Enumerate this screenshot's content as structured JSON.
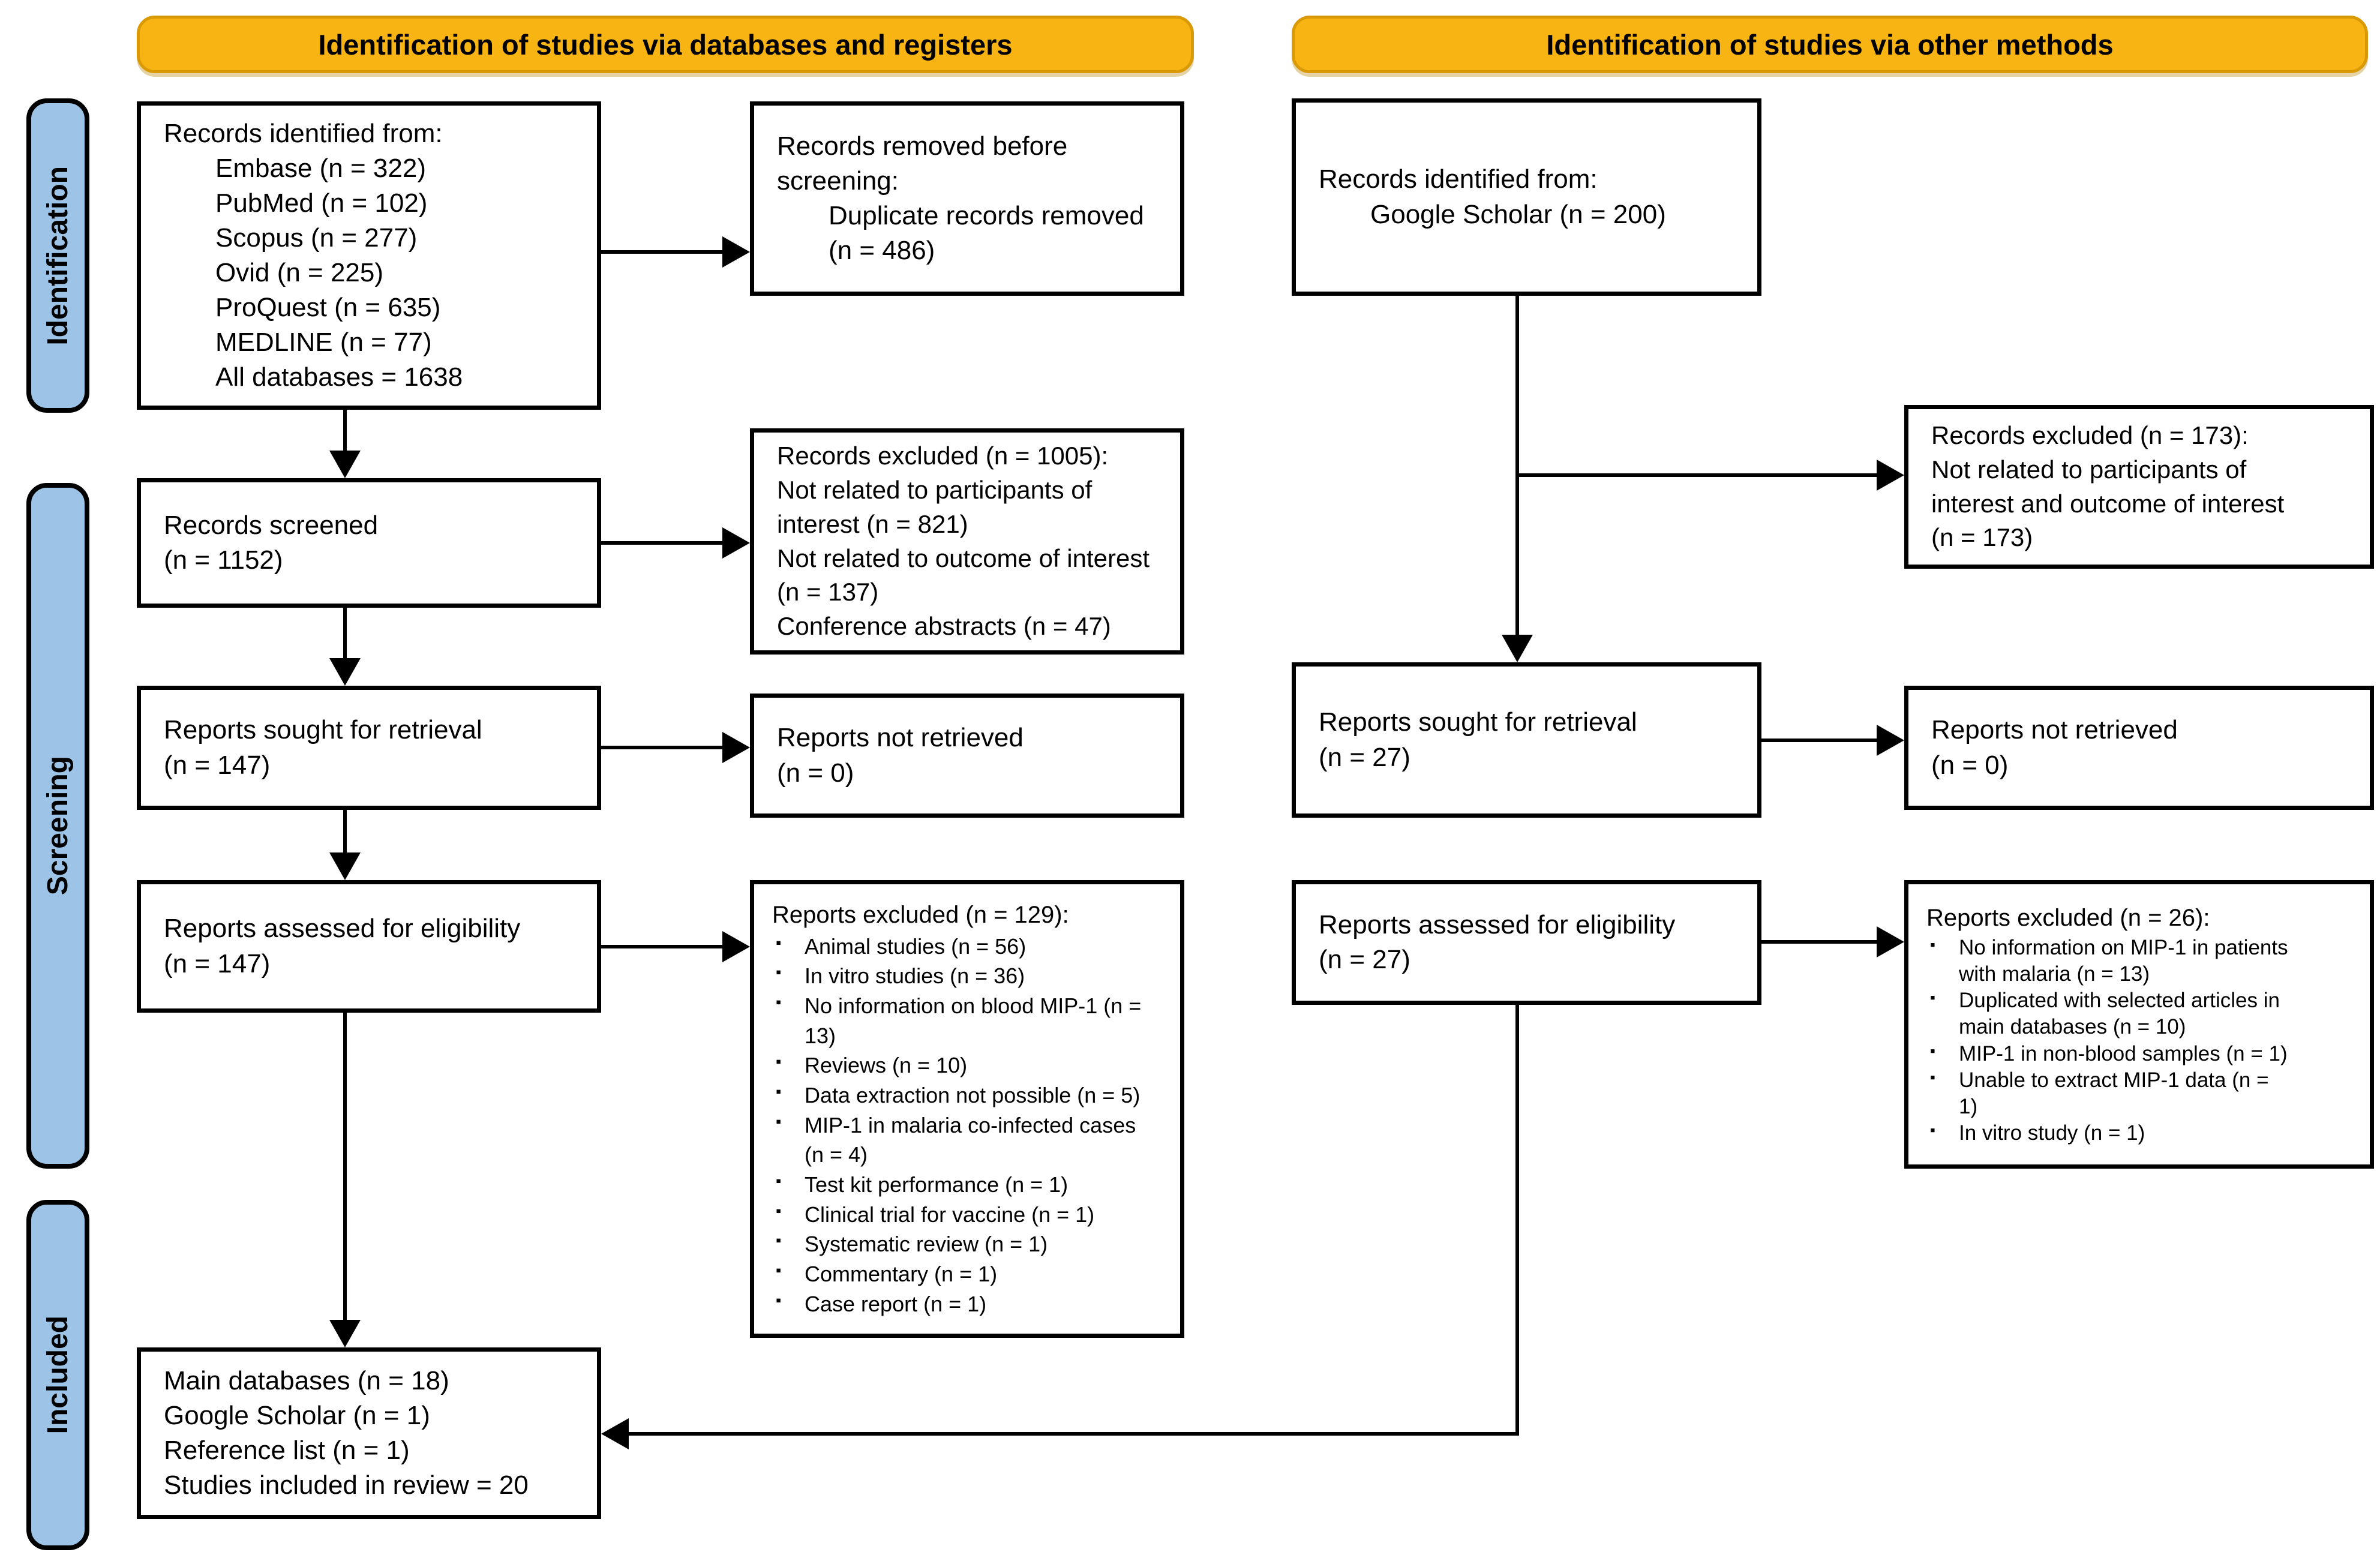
{
  "headers": {
    "databases": "Identification of studies via databases and registers",
    "other": "Identification of studies via other methods"
  },
  "sidebar": {
    "identification": "Identification",
    "screening": "Screening",
    "included": "Included"
  },
  "colors": {
    "header_bg": "#F7B413",
    "header_border": "#DA9A06",
    "sidebar_bg": "#9DC3E6",
    "box_bg": "#FFFFFF",
    "line": "#000000"
  },
  "icons": {
    "bullet": "▪"
  },
  "boxes": {
    "records_identified": {
      "lines": [
        {
          "t": "Records identified from:",
          "i": 0
        },
        {
          "t": "Embase (n = 322)",
          "i": 1
        },
        {
          "t": "PubMed (n = 102)",
          "i": 1
        },
        {
          "t": "Scopus (n = 277)",
          "i": 1
        },
        {
          "t": "Ovid (n = 225)",
          "i": 1
        },
        {
          "t": "ProQuest (n = 635)",
          "i": 1
        },
        {
          "t": "MEDLINE (n = 77)",
          "i": 1
        },
        {
          "t": "All databases = 1638",
          "i": 1
        }
      ]
    },
    "duplicates_removed": {
      "lines": [
        {
          "t": "Records removed before",
          "i": 0
        },
        {
          "t": "screening:",
          "i": 0
        },
        {
          "t": "Duplicate records removed",
          "i": 1
        },
        {
          "t": "(n = 486)",
          "i": 1
        }
      ]
    },
    "records_screened": {
      "lines": [
        {
          "t": "Records screened",
          "i": 0
        },
        {
          "t": "(n = 1152)",
          "i": 0
        }
      ]
    },
    "records_excluded_db": {
      "lines": [
        {
          "t": "Records excluded (n = 1005):",
          "i": 0
        },
        {
          "t": "Not related to participants of",
          "i": 0
        },
        {
          "t": "interest (n = 821)",
          "i": 0
        },
        {
          "t": "Not related to outcome of interest",
          "i": 0
        },
        {
          "t": "(n = 137)",
          "i": 0
        },
        {
          "t": "Conference abstracts (n = 47)",
          "i": 0
        }
      ]
    },
    "reports_sought_db": {
      "lines": [
        {
          "t": "Reports sought for retrieval",
          "i": 0
        },
        {
          "t": "(n = 147)",
          "i": 0
        }
      ]
    },
    "reports_not_retrieved_db": {
      "lines": [
        {
          "t": "Reports not retrieved",
          "i": 0
        },
        {
          "t": "(n = 0)",
          "i": 0
        }
      ]
    },
    "reports_assessed_db": {
      "lines": [
        {
          "t": "Reports assessed for eligibility",
          "i": 0
        },
        {
          "t": "(n = 147)",
          "i": 0
        }
      ]
    },
    "reports_excluded_db": {
      "title": "Reports excluded (n = 129):",
      "bullets": [
        [
          "Animal studies (n = 56)"
        ],
        [
          "In vitro studies (n = 36)"
        ],
        [
          "No information on blood MIP-1 (n =",
          "13)"
        ],
        [
          "Reviews (n = 10)"
        ],
        [
          "Data extraction not possible (n = 5)"
        ],
        [
          "MIP-1 in malaria co-infected cases",
          "(n = 4)"
        ],
        [
          "Test kit performance (n = 1)"
        ],
        [
          "Clinical trial for vaccine (n = 1)"
        ],
        [
          "Systematic review (n = 1)"
        ],
        [
          "Commentary (n = 1)"
        ],
        [
          "Case report (n = 1)"
        ]
      ]
    },
    "included_studies": {
      "lines": [
        {
          "t": "Main databases (n = 18)",
          "i": 0
        },
        {
          "t": "Google Scholar (n = 1)",
          "i": 0
        },
        {
          "t": "Reference list (n = 1)",
          "i": 0
        },
        {
          "t": "Studies included in review = 20",
          "i": 0
        }
      ]
    },
    "records_identified_other": {
      "lines": [
        {
          "t": "Records identified from:",
          "i": 0
        },
        {
          "t": "Google Scholar (n = 200)",
          "i": 1
        }
      ]
    },
    "records_excluded_other": {
      "lines": [
        {
          "t": "Records excluded (n = 173):",
          "i": 0
        },
        {
          "t": "Not related to participants of",
          "i": 0
        },
        {
          "t": "interest and outcome of interest",
          "i": 0
        },
        {
          "t": "(n = 173)",
          "i": 0
        }
      ]
    },
    "reports_sought_other": {
      "lines": [
        {
          "t": "Reports sought for retrieval",
          "i": 0
        },
        {
          "t": "(n = 27)",
          "i": 0
        }
      ]
    },
    "reports_not_retrieved_other": {
      "lines": [
        {
          "t": "Reports not retrieved",
          "i": 0
        },
        {
          "t": "(n = 0)",
          "i": 0
        }
      ]
    },
    "reports_assessed_other": {
      "lines": [
        {
          "t": "Reports assessed for eligibility",
          "i": 0
        },
        {
          "t": "(n = 27)",
          "i": 0
        }
      ]
    },
    "reports_excluded_other": {
      "title": "Reports excluded (n = 26):",
      "bullets": [
        [
          "No information on MIP-1 in patients",
          "with malaria (n = 13)"
        ],
        [
          "Duplicated with selected articles in",
          "main databases (n = 10)"
        ],
        [
          "MIP-1 in non-blood samples (n = 1)"
        ],
        [
          "Unable to extract MIP-1 data (n =",
          "1)"
        ],
        [
          "In vitro study (n = 1)"
        ]
      ]
    }
  }
}
